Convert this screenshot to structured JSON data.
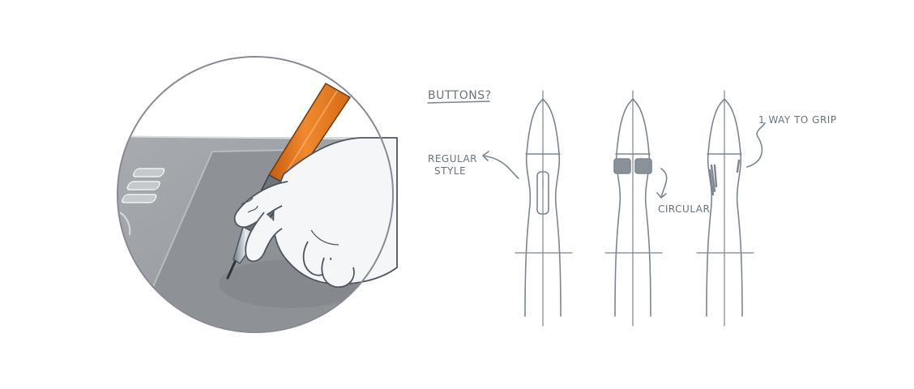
{
  "annotations": {
    "heading": "BUTTONS?",
    "regular_line1": "REGULAR",
    "regular_line2": "STYLE",
    "circular": "CIRCULAR",
    "grip": "1 WAY TO GRIP"
  },
  "colors": {
    "pen_orange": "#e8741e",
    "sketch_line": "#7d868e",
    "tablet_gray": "#9fa3a7",
    "tablet_dark": "#8c9094",
    "circle_border": "#8a8a95"
  }
}
